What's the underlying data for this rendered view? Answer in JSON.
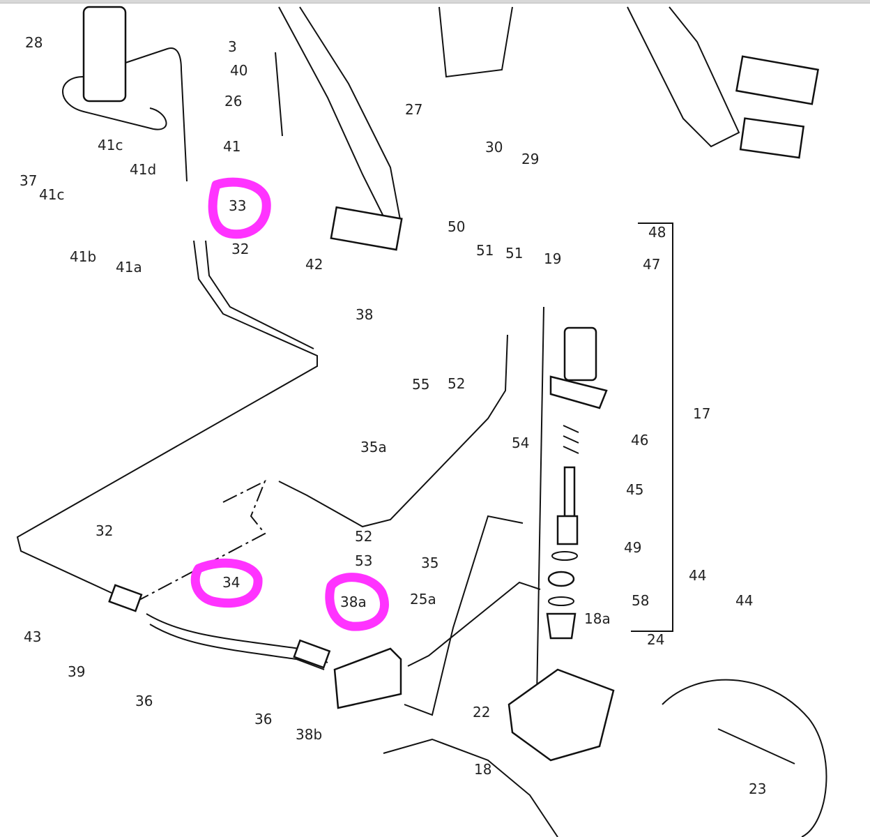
{
  "diagram": {
    "highlight_color": "#ff33ff",
    "highlighted_labels": [
      "33",
      "34",
      "38a"
    ],
    "labels": [
      "28",
      "3",
      "40",
      "26",
      "27",
      "30",
      "29",
      "41c",
      "41",
      "41d",
      "37",
      "41c",
      "33",
      "32",
      "41b",
      "41a",
      "42",
      "38",
      "50",
      "51",
      "51",
      "19",
      "48",
      "47",
      "17",
      "55",
      "52",
      "35a",
      "54",
      "46",
      "45",
      "32",
      "52",
      "53",
      "35",
      "49",
      "34",
      "38a",
      "25a",
      "58",
      "18a",
      "44",
      "44",
      "24",
      "43",
      "39",
      "36",
      "36",
      "38b",
      "22",
      "18",
      "23"
    ]
  }
}
